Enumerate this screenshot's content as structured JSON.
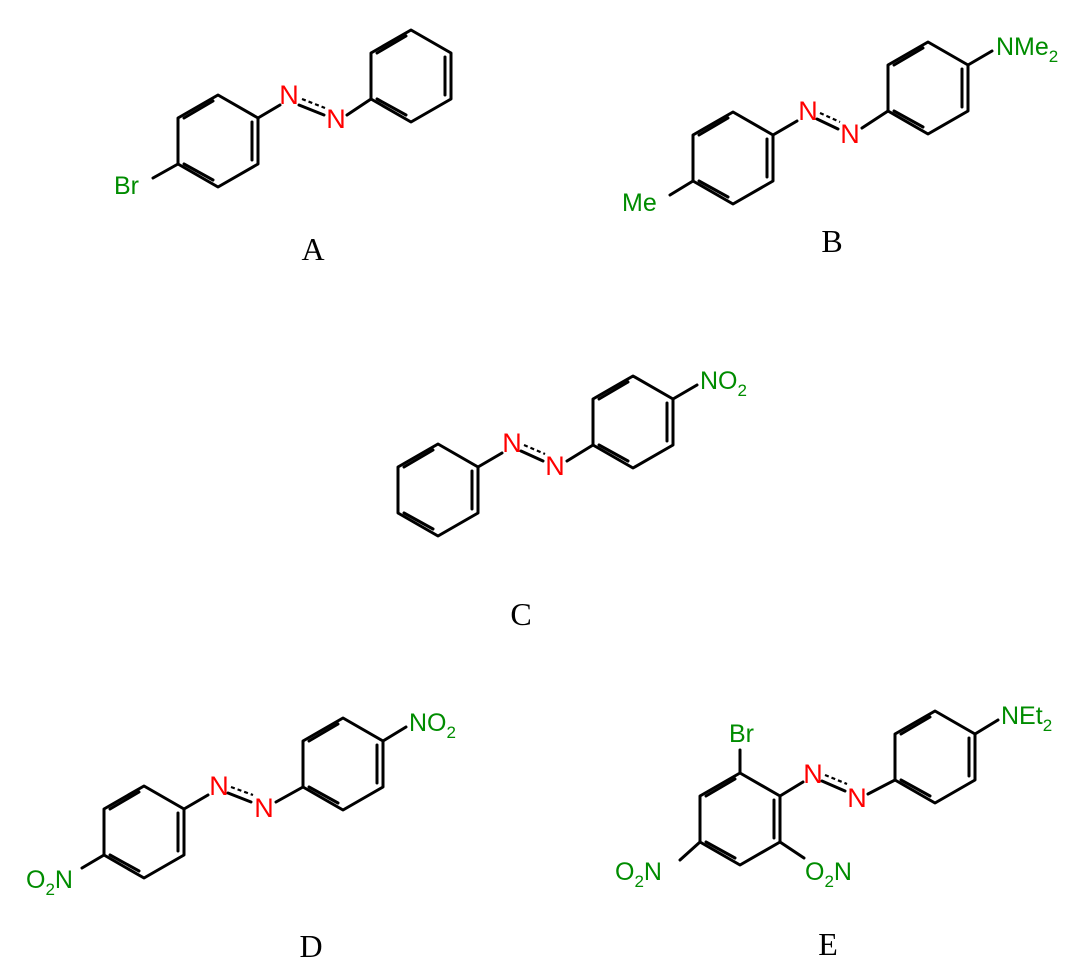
{
  "colors": {
    "bond": "#000000",
    "azo_nitrogen": "#ff0000",
    "substituent": "#008c00",
    "label": "#000000"
  },
  "azo": {
    "n1": "N",
    "n2": "N"
  },
  "compounds": [
    {
      "label": "A",
      "substituents": [
        {
          "main": "Br",
          "sub": ""
        }
      ]
    },
    {
      "label": "B",
      "substituents": [
        {
          "main": "Me",
          "sub": ""
        },
        {
          "main": "NMe",
          "sub": "2"
        }
      ]
    },
    {
      "label": "C",
      "substituents": [
        {
          "main": "NO",
          "sub": "2"
        }
      ]
    },
    {
      "label": "D",
      "substituents": [
        {
          "main": "NO",
          "sub": "2"
        },
        {
          "pre": "O",
          "presub": "2",
          "main": "N"
        }
      ]
    },
    {
      "label": "E",
      "substituents": [
        {
          "main": "Br",
          "sub": ""
        },
        {
          "main": "NEt",
          "sub": "2"
        },
        {
          "pre": "O",
          "presub": "2",
          "main": "N"
        },
        {
          "pre": "O",
          "presub": "2",
          "main": "N"
        }
      ]
    }
  ]
}
